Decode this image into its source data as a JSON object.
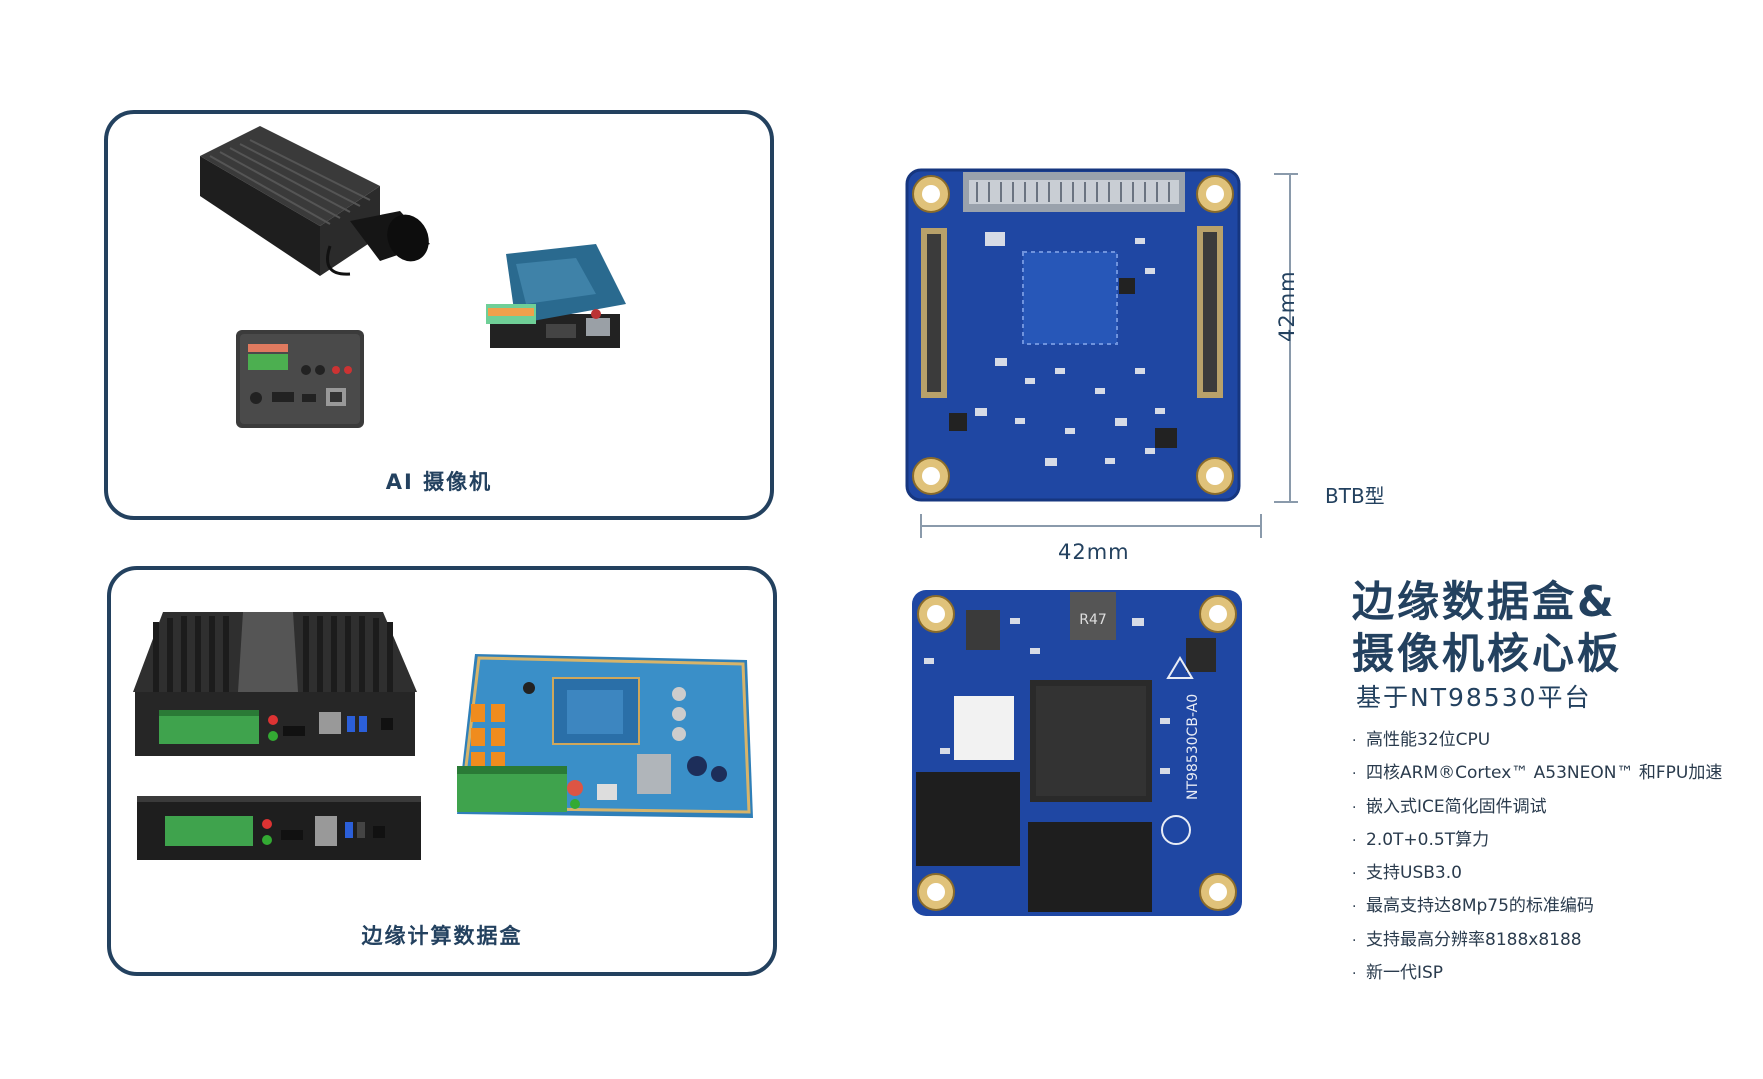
{
  "cards": {
    "camera_caption": "AI 摄像机",
    "box_caption": "边缘计算数据盒"
  },
  "board": {
    "width_label": "42mm",
    "height_label": "42mm",
    "type_label": "BTB型",
    "bottom_chip_label": "NT98530CB-A0",
    "inductor_label": "R47"
  },
  "product": {
    "title_line1": "边缘数据盒&",
    "title_line2": "摄像机核心板",
    "subtitle": "基于NT98530平台",
    "features": [
      "高性能32位CPU",
      "四核ARM®Cortex™ A53NEON™ 和FPU加速",
      "嵌入式ICE简化固件调试",
      "2.0T+0.5T算力",
      "支持USB3.0",
      "最高支持达8Mp75的标准编码",
      "支持最高分辨率8188x8188",
      "新一代ISP"
    ]
  },
  "colors": {
    "card_border": "#23415f",
    "pcb_blue": "#1f47a3",
    "heading": "#23415f"
  }
}
